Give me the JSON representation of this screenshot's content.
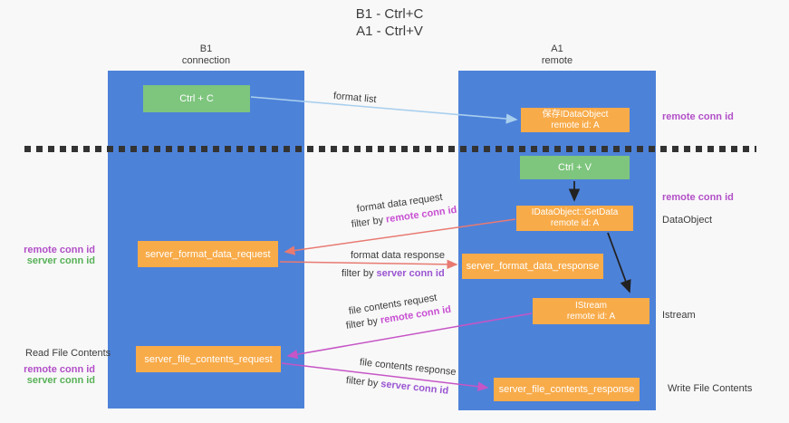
{
  "title": {
    "line1": "B1 - Ctrl+C",
    "line2": "A1 - Ctrl+V"
  },
  "lanes": {
    "left": {
      "title": "B1",
      "subtitle": "connection"
    },
    "right": {
      "title": "A1",
      "subtitle": "remote"
    }
  },
  "boxes": {
    "ctrl_c": "Ctrl + C",
    "ctrl_v": "Ctrl + V",
    "save_idataobject": {
      "line1": "保存IDataObject",
      "line2": "remote id: A"
    },
    "getdata": {
      "line1": "IDataObject::GetData",
      "line2": "remote id: A"
    },
    "istream": {
      "line1": "IStream",
      "line2": "remote id: A"
    },
    "server_format_data_request": "server_format_data_request",
    "server_format_data_response": "server_format_data_response",
    "server_file_contents_request": "server_file_contents_request",
    "server_file_contents_response": "server_file_contents_response"
  },
  "flow_labels": {
    "format_list": "format list",
    "format_request": {
      "text": "format data request",
      "filter_prefix": "filter by ",
      "filter_key": "remote conn id"
    },
    "format_response": {
      "text": "format data response",
      "filter_prefix": "filter by ",
      "filter_key": "server conn id"
    },
    "file_request": {
      "text": "file contents request",
      "filter_prefix": "filter by ",
      "filter_key": "remote conn id"
    },
    "file_response": {
      "text": "file contents response",
      "filter_prefix": "filter by ",
      "filter_key": "server conn id"
    }
  },
  "side_labels": {
    "left_format": {
      "remote": "remote conn id",
      "server": "server conn id"
    },
    "left_file": {
      "title": "Read File Contents",
      "remote": "remote conn id",
      "server": "server conn id"
    },
    "right_top": "remote conn id",
    "right_mid": "remote conn id",
    "right_dataobject": "DataObject",
    "right_istream": "Istream",
    "right_write": "Write File Contents"
  },
  "colors": {
    "lane_blue": "#4d82d9",
    "box_green": "#7ec57e",
    "box_orange": "#f8ab49",
    "arrow_blue": "#a9cfee",
    "arrow_red": "#e87a72",
    "arrow_magenta": "#c655c6",
    "arrow_black": "#222222",
    "remote_conn_id_purple": "#b24fc8",
    "server_conn_id_green": "#58b158",
    "divider_dark": "#333333",
    "background": "#f8f8f8"
  }
}
